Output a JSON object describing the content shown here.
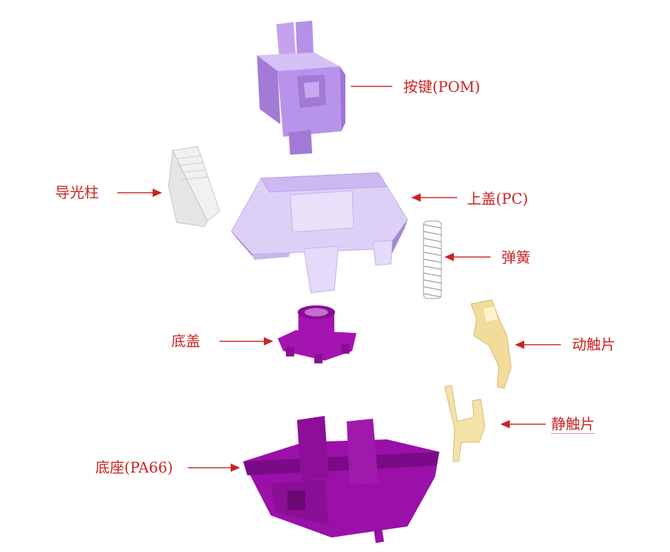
{
  "colors": {
    "label": "#cc2222",
    "stem": "#b48ae6",
    "housing_top": "#d7c6f5",
    "lightpipe": "#eeeeee",
    "spring": "#9a9a9a",
    "bottom_cap": "#a414b0",
    "bottom_housing": "#9b10a8",
    "contact": "#f1dc9c"
  },
  "labels": {
    "stem": "按键(POM)",
    "top_housing": "上盖(PC)",
    "light_pipe": "导光柱",
    "spring": "弹簧",
    "bottom_cap": "底盖",
    "moving_contact": "动触片",
    "static_contact": "静触片",
    "bottom_housing": "底座(PA66)"
  }
}
